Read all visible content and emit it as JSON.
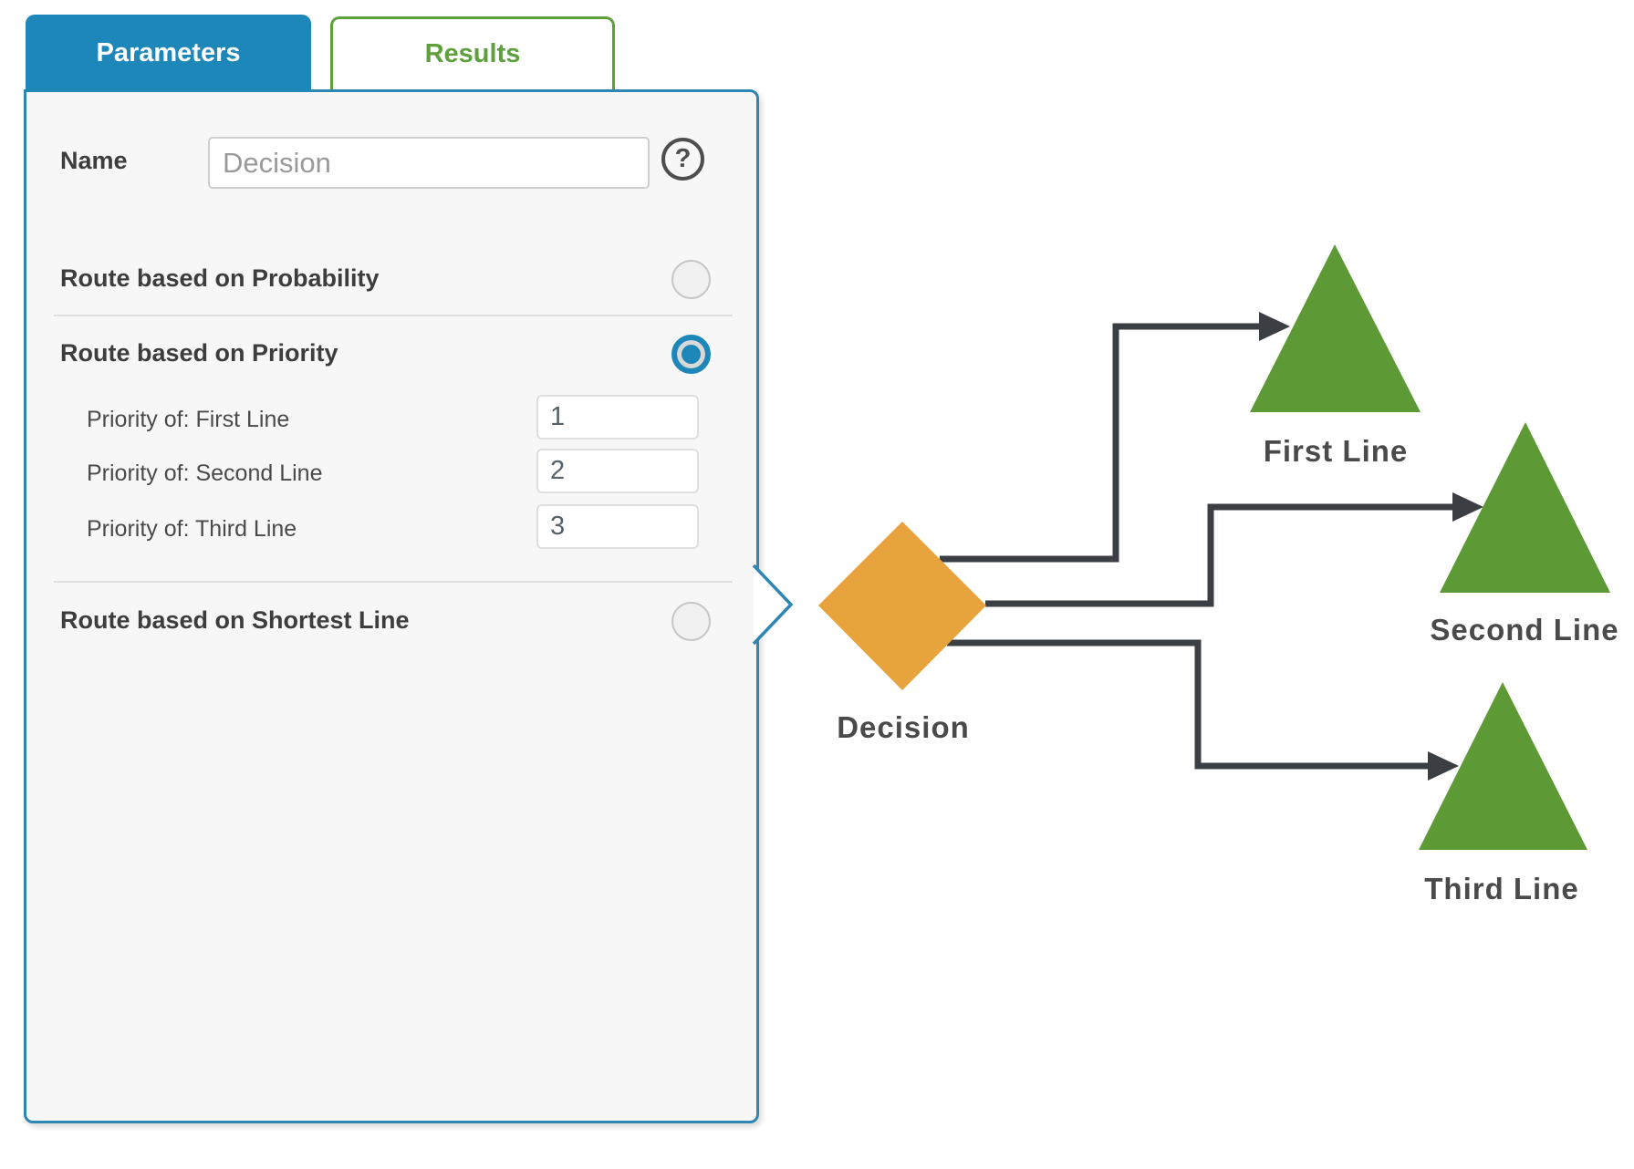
{
  "tabs": {
    "parameters_label": "Parameters",
    "results_label": "Results"
  },
  "panel": {
    "name_label": "Name",
    "name_value": "Decision",
    "help_glyph": "?",
    "route_options": [
      {
        "label": "Route based on Probability",
        "selected": false
      },
      {
        "label": "Route based on Priority",
        "selected": true
      },
      {
        "label": "Route based on Shortest Line",
        "selected": false
      }
    ],
    "priority_rows": [
      {
        "label": "Priority of: First Line",
        "value": "1"
      },
      {
        "label": "Priority of: Second Line",
        "value": "2"
      },
      {
        "label": "Priority of: Third Line",
        "value": "3"
      }
    ]
  },
  "diagram": {
    "decision_node": {
      "label": "Decision",
      "shape": "diamond"
    },
    "destinations": [
      {
        "label": "First Line",
        "shape": "triangle"
      },
      {
        "label": "Second Line",
        "shape": "triangle"
      },
      {
        "label": "Third Line",
        "shape": "triangle"
      }
    ]
  },
  "colors": {
    "accent_blue": "#1e87ba",
    "panel_border_blue": "#2e86b3",
    "accent_green": "#5ea13c",
    "triangle_green": "#5d9a36",
    "diamond_orange": "#e7a33c",
    "connector_dark": "#3b3e43",
    "label_dark": "#4a4a4a"
  }
}
